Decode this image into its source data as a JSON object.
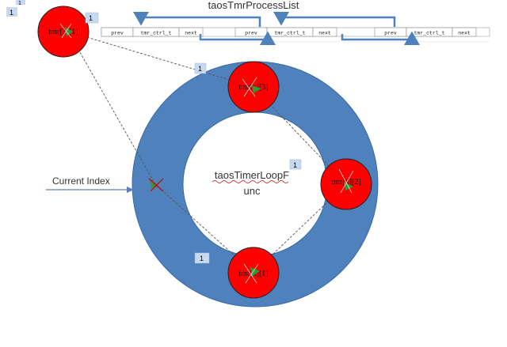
{
  "diagram": {
    "list_title": "taosTmrProcessList",
    "center_label_line1": "taosTimerLoopF",
    "center_label_line2": "unc",
    "current_index_label": "Current Index",
    "list_cells": [
      "prev",
      "tmr_ctrl_t",
      "next",
      "prev",
      "tmr_ctrl_t",
      "next",
      "prev",
      "tmr_ctrl_t",
      "next"
    ],
    "badges": {
      "corner_top": "1",
      "corner": "1",
      "top_left_node": "1",
      "ring_top": "1",
      "ring_right": "1",
      "ring_bottom": "1"
    },
    "nodes": {
      "top_left": "tmr[3][1]",
      "ring_top": "tmr[x][3]",
      "ring_right": "tmr[x][2]",
      "ring_bottom": "tmr[x][1]"
    }
  },
  "colors": {
    "ring": "#4f81bd",
    "node": "#ff0000",
    "list_arrow": "#4f81bd",
    "marker": "#339933"
  }
}
